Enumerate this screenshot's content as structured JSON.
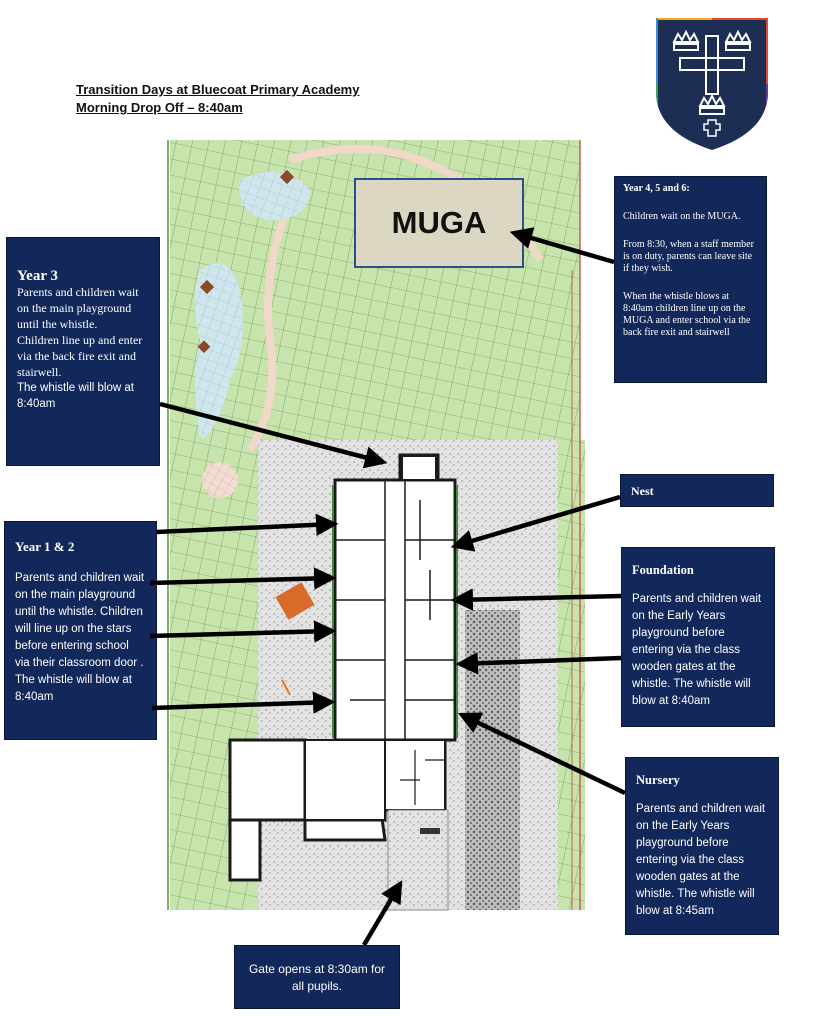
{
  "title": {
    "line1": "Transition Days at Bluecoat Primary Academy",
    "line2": "Morning Drop Off – 8:40am"
  },
  "logo": {
    "icon": "crowns-and-cross-shield-icon",
    "colors": [
      "#1d2e55",
      "#f4a51c",
      "#3b8fd0",
      "#6a3a8c",
      "#e04b2c",
      "#39a35a"
    ]
  },
  "muga": {
    "label": "MUGA"
  },
  "year456": {
    "heading": "Year 4, 5 and 6:",
    "p1": "Children wait on the MUGA.",
    "p2": "From 8:30, when a staff member is on duty, parents can leave site if they wish.",
    "p3": "When the whistle blows  at 8:40am children line up on the MUGA and enter school via the back fire exit and stairwell"
  },
  "year3": {
    "heading": "Year 3",
    "p1": "Parents and children wait on the main playground until the whistle.",
    "p2": "Children line up and enter via the back fire exit and stairwell.",
    "p3": "The whistle will blow at 8:40am"
  },
  "year12": {
    "heading": "Year 1 &  2",
    "p1": "Parents and children wait on the main playground until the whistle. Children will line up on the stars before entering school via their classroom door . The whistle will blow at 8:40am"
  },
  "nest": {
    "heading": "Nest"
  },
  "foundation": {
    "heading": "Foundation",
    "p1": "Parents and children wait on the Early Years playground before entering via the class wooden gates at the whistle. The whistle will blow at 8:40am"
  },
  "nursery": {
    "heading": "Nursery",
    "p1": "Parents and children wait on the Early Years playground before entering via the class wooden gates at the whistle. The whistle will blow at 8:45am"
  },
  "gate": {
    "p1": "Gate opens at 8:30am for all pupils."
  },
  "colors": {
    "box": "#12285a",
    "field": "#bfe0a6",
    "gravel": "#d9d9d9",
    "muga_fill": "#dcd7c2"
  }
}
